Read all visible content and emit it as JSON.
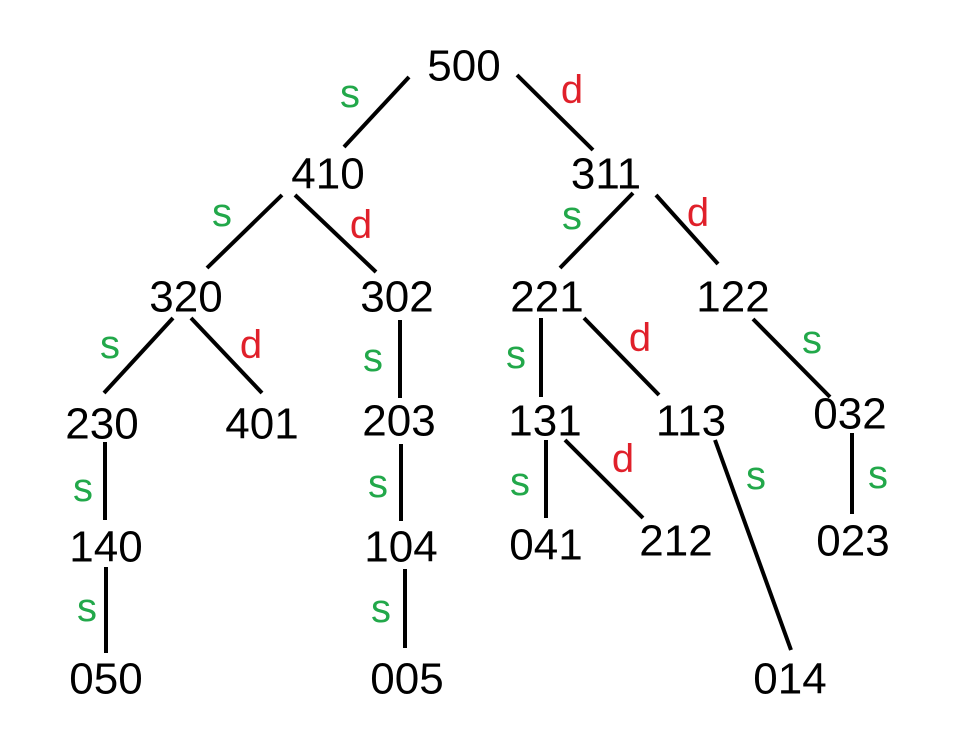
{
  "colors": {
    "s": "#22a84a",
    "d": "#e0202a",
    "line": "#000000",
    "text": "#000000"
  },
  "nodes": [
    {
      "id": "500",
      "label": "500"
    },
    {
      "id": "410",
      "label": "410"
    },
    {
      "id": "311",
      "label": "311"
    },
    {
      "id": "320",
      "label": "320"
    },
    {
      "id": "302",
      "label": "302"
    },
    {
      "id": "221",
      "label": "221"
    },
    {
      "id": "122",
      "label": "122"
    },
    {
      "id": "230",
      "label": "230"
    },
    {
      "id": "401",
      "label": "401"
    },
    {
      "id": "203",
      "label": "203"
    },
    {
      "id": "131",
      "label": "131"
    },
    {
      "id": "113",
      "label": "113"
    },
    {
      "id": "032",
      "label": "032"
    },
    {
      "id": "140",
      "label": "140"
    },
    {
      "id": "104",
      "label": "104"
    },
    {
      "id": "041",
      "label": "041"
    },
    {
      "id": "212",
      "label": "212"
    },
    {
      "id": "023",
      "label": "023"
    },
    {
      "id": "050",
      "label": "050"
    },
    {
      "id": "005",
      "label": "005"
    },
    {
      "id": "014",
      "label": "014"
    }
  ],
  "edges": [
    {
      "from": "500",
      "to": "410",
      "label": "s"
    },
    {
      "from": "500",
      "to": "311",
      "label": "d"
    },
    {
      "from": "410",
      "to": "320",
      "label": "s"
    },
    {
      "from": "410",
      "to": "302",
      "label": "d"
    },
    {
      "from": "311",
      "to": "221",
      "label": "s"
    },
    {
      "from": "311",
      "to": "122",
      "label": "d"
    },
    {
      "from": "320",
      "to": "230",
      "label": "s"
    },
    {
      "from": "320",
      "to": "401",
      "label": "d"
    },
    {
      "from": "302",
      "to": "203",
      "label": "s"
    },
    {
      "from": "221",
      "to": "131",
      "label": "s"
    },
    {
      "from": "221",
      "to": "113",
      "label": "d"
    },
    {
      "from": "122",
      "to": "032",
      "label": "s"
    },
    {
      "from": "230",
      "to": "140",
      "label": "s"
    },
    {
      "from": "203",
      "to": "104",
      "label": "s"
    },
    {
      "from": "131",
      "to": "041",
      "label": "s"
    },
    {
      "from": "131",
      "to": "212",
      "label": "d"
    },
    {
      "from": "113",
      "to": "014",
      "label": "s"
    },
    {
      "from": "032",
      "to": "023",
      "label": "s"
    },
    {
      "from": "140",
      "to": "050",
      "label": "s"
    },
    {
      "from": "104",
      "to": "005",
      "label": "s"
    }
  ]
}
